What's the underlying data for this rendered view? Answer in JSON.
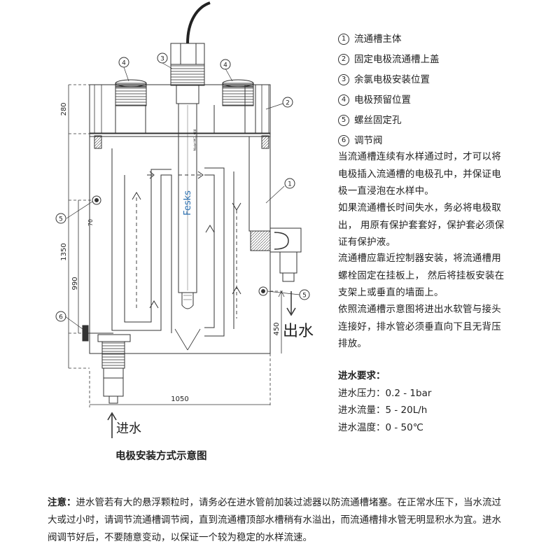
{
  "legend": [
    {
      "num": "1",
      "text": "流通槽主体"
    },
    {
      "num": "2",
      "text": "固定电极流通槽上盖"
    },
    {
      "num": "3",
      "text": "余氯电极安装位置"
    },
    {
      "num": "4",
      "text": "电极预留位置"
    },
    {
      "num": "5",
      "text": "螺丝固定孔"
    },
    {
      "num": "6",
      "text": "调节阀"
    }
  ],
  "instructions": [
    "当流通槽连续有水样通过时，才可以将电极插入流通槽的电极孔中，并保证电极一直浸泡在水样中。",
    "如果流通槽长时间失水，务必将电极取出， 用原有保护套套好，保护套必须保证有保护液。",
    "流通槽应靠近控制器安装，将流通槽用螺栓固定在挂板上， 然后将挂板安装在支架上或垂直的墙面上。",
    "依照流通槽示意图将进出水软管与接头连接好，排水管必须垂直向下且无背压排放。"
  ],
  "requirements": {
    "title": "进水要求：",
    "pressure": "进水压力：0.2 - 1bar",
    "flow": "进水流量：5 - 20L/h",
    "temperature": "进水温度：0 - 50℃"
  },
  "diagram": {
    "caption": "电极安装方式示意图",
    "inlet_label": "进水",
    "outlet_label": "出水",
    "brand_text": "Fesks",
    "electrode_small_text": "Model:MCL 008",
    "dimensions": {
      "d280": "280",
      "d1350": "1350",
      "d990": "990",
      "d70": "70",
      "d450": "450",
      "d1050": "1050"
    },
    "markers": {
      "m1": "1",
      "m2": "2",
      "m3": "3",
      "m4a": "4",
      "m4b": "4",
      "m5a": "5",
      "m5b": "5",
      "m6": "6"
    }
  },
  "note": {
    "label": "注意：",
    "text": "进水管若有大的悬浮颗粒时，请务必在进水管前加装过滤器以防流通槽堵塞。在正常水压下，当水流过大或过小时，请调节流通槽调节阀，直到流通槽顶部水槽稍有水溢出，而流通槽排水管无明显积水为宜。进水阀调节好后，不要随意变动，以保证一个较为稳定的水样流速。"
  }
}
